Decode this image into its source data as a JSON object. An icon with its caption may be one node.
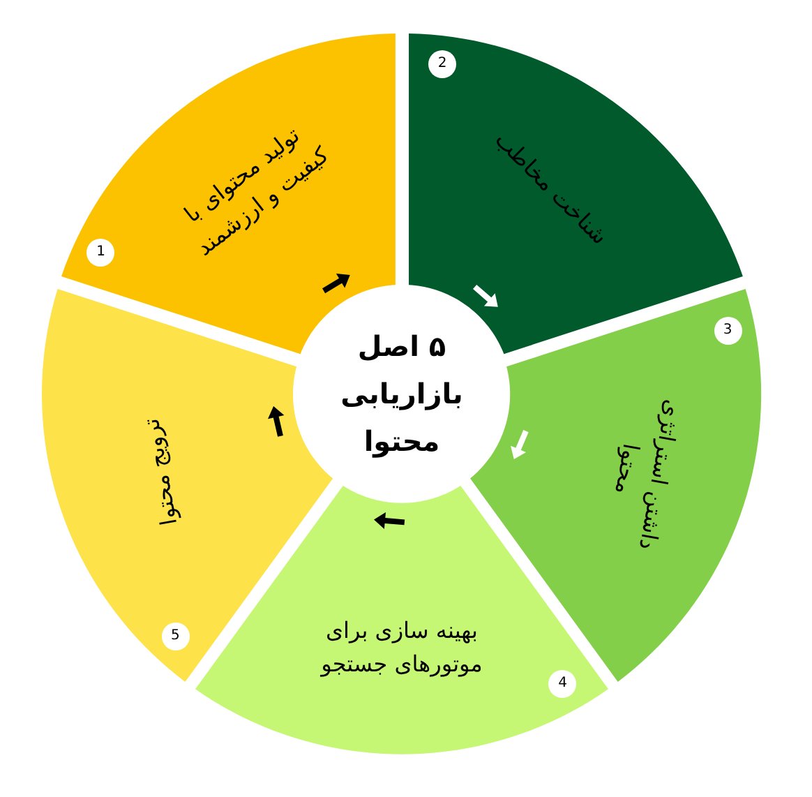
{
  "diagram": {
    "nodes": [
      {
        "text": [
          "۵ اصل بازاریابی محتوا"
        ]
      },
      {
        "text": [
          "تولید محتوای با کیفیت و ارزشمند",
          "1"
        ]
      },
      {
        "text": [
          "شناخت مخاطب",
          "2"
        ]
      },
      {
        "text": [
          "داشتن استراتژی محتوا",
          "3"
        ]
      },
      {
        "text": [
          "بهینه سازی برای موتورهای جستجو",
          "4"
        ]
      },
      {
        "text": [
          "ترویج محتوا",
          "5"
        ]
      },
      {
        "text": [],
        "shape": "arrow",
        "in": 1
      },
      {
        "text": [],
        "shape": "arrow",
        "in": 2
      },
      {
        "text": [],
        "shape": "arrow",
        "in": 3
      },
      {
        "text": [],
        "shape": "arrow",
        "in": 4
      },
      {
        "text": [],
        "shape": "arrow",
        "in": 5
      }
    ]
  }
}
